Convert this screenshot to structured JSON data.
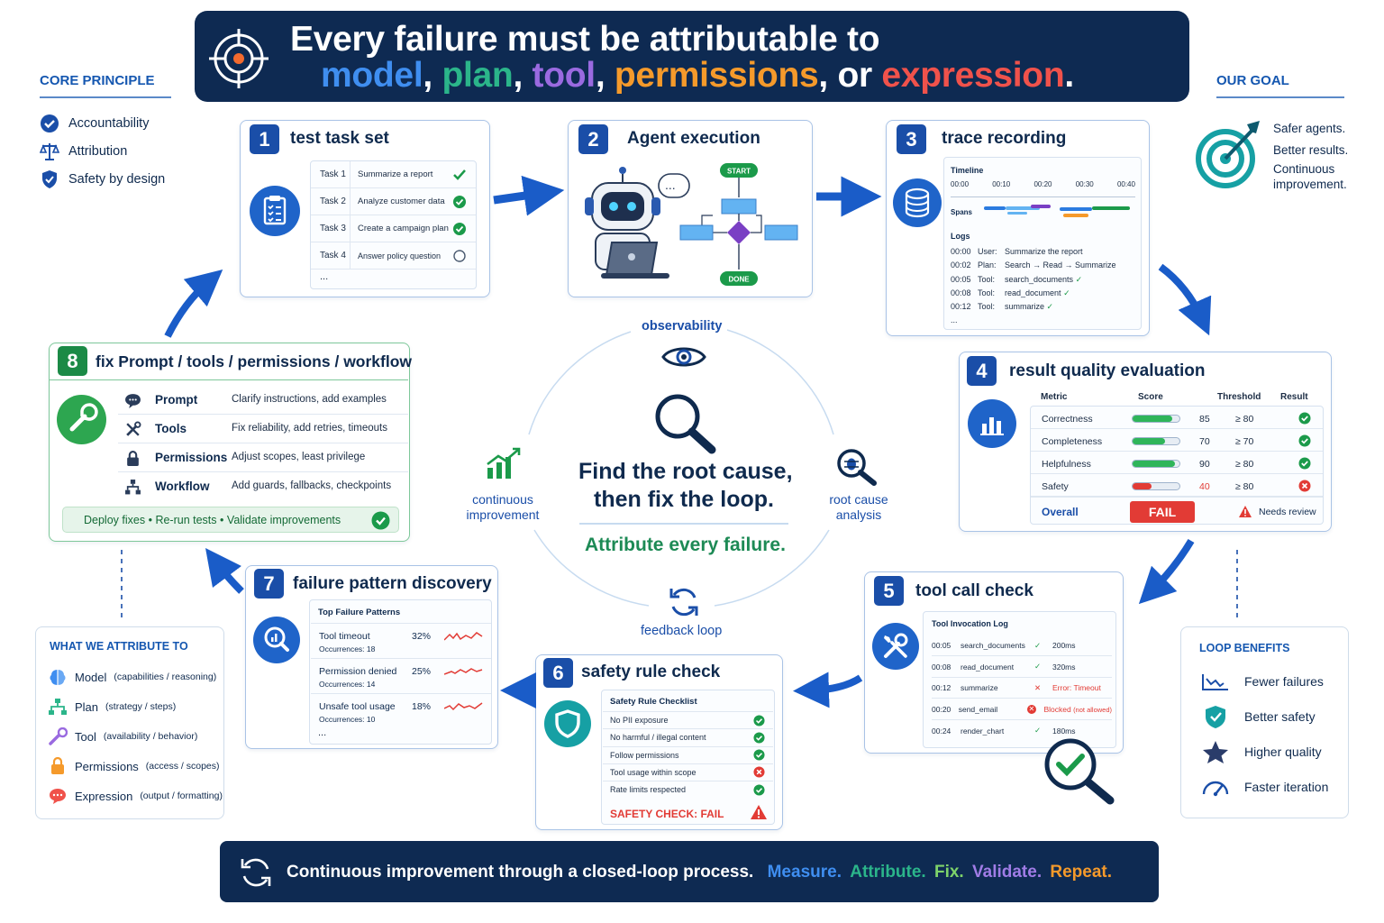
{
  "header": {
    "line1": "Every failure must be attributable to",
    "model": "model",
    "plan": "plan",
    "tool": "tool",
    "permissions": "permissions",
    "expression": "expression",
    "comma": ",",
    "or": "or",
    "period": "."
  },
  "core_principle": {
    "title": "CORE PRINCIPLE",
    "items": [
      "Accountability",
      "Attribution",
      "Safety by design"
    ]
  },
  "our_goal": {
    "title": "OUR GOAL",
    "lines": [
      "Safer agents.",
      "Better results.",
      "Continuous",
      "improvement."
    ]
  },
  "step1": {
    "num": "1",
    "title": "test task set",
    "tasks": [
      {
        "id": "Task 1",
        "name": "Summarize a report",
        "status": "done"
      },
      {
        "id": "Task 2",
        "name": "Analyze customer data",
        "status": "ok"
      },
      {
        "id": "Task 3",
        "name": "Create a campaign plan",
        "status": "ok"
      },
      {
        "id": "Task 4",
        "name": "Answer policy question",
        "status": "pending"
      }
    ],
    "more": "..."
  },
  "step2": {
    "num": "2",
    "title": "Agent execution",
    "start": "START",
    "done": "DONE",
    "bubble": "..."
  },
  "step3": {
    "num": "3",
    "title": "trace recording",
    "timeline_label": "Timeline",
    "ticks": [
      "00:00",
      "00:10",
      "00:20",
      "00:30",
      "00:40"
    ],
    "spans_label": "Spans",
    "logs_label": "Logs",
    "logs": [
      {
        "t": "00:00",
        "k": "User:",
        "v": "Summarize the report",
        "ok": false
      },
      {
        "t": "00:02",
        "k": "Plan:",
        "v": "Search → Read → Summarize",
        "ok": false
      },
      {
        "t": "00:05",
        "k": "Tool:",
        "v": "search_documents",
        "ok": true
      },
      {
        "t": "00:08",
        "k": "Tool:",
        "v": "read_document",
        "ok": true
      },
      {
        "t": "00:12",
        "k": "Tool:",
        "v": "summarize",
        "ok": true
      }
    ],
    "more": "..."
  },
  "step4": {
    "num": "4",
    "title": "result quality evaluation",
    "headers": [
      "Metric",
      "Score",
      "Threshold",
      "Result"
    ],
    "rows": [
      {
        "metric": "Correctness",
        "score": "85",
        "threshold": "≥ 80",
        "pass": true
      },
      {
        "metric": "Completeness",
        "score": "70",
        "threshold": "≥ 70",
        "pass": true
      },
      {
        "metric": "Helpfulness",
        "score": "90",
        "threshold": "≥ 80",
        "pass": true
      },
      {
        "metric": "Safety",
        "score": "40",
        "threshold": "≥ 80",
        "pass": false
      }
    ],
    "scores": [
      85,
      70,
      90,
      40
    ],
    "overall_label": "Overall",
    "overall_value": "FAIL",
    "review": "Needs review"
  },
  "step5": {
    "num": "5",
    "title": "tool call check",
    "log_title": "Tool Invocation Log",
    "rows": [
      {
        "t": "00:05",
        "name": "search_documents",
        "status": "ok",
        "result": "200ms"
      },
      {
        "t": "00:08",
        "name": "read_document",
        "status": "ok",
        "result": "320ms"
      },
      {
        "t": "00:12",
        "name": "summarize",
        "status": "error",
        "result": "Error: Timeout"
      },
      {
        "t": "00:20",
        "name": "send_email",
        "status": "blocked",
        "result": "Blocked",
        "note": "(not allowed)"
      },
      {
        "t": "00:24",
        "name": "render_chart",
        "status": "ok",
        "result": "180ms"
      }
    ]
  },
  "step6": {
    "num": "6",
    "title": "safety rule check",
    "list_title": "Safety Rule Checklist",
    "rules": [
      {
        "name": "No PII exposure",
        "pass": true
      },
      {
        "name": "No harmful / illegal content",
        "pass": true
      },
      {
        "name": "Follow permissions",
        "pass": true
      },
      {
        "name": "Tool usage within scope",
        "pass": false
      },
      {
        "name": "Rate limits respected",
        "pass": true
      }
    ],
    "result": "SAFETY CHECK: FAIL"
  },
  "step7": {
    "num": "7",
    "title": "failure pattern discovery",
    "list_title": "Top Failure Patterns",
    "patterns": [
      {
        "name": "Tool timeout",
        "occ": "Occurrences: 18",
        "pct": "32%"
      },
      {
        "name": "Permission denied",
        "occ": "Occurrences: 14",
        "pct": "25%"
      },
      {
        "name": "Unsafe tool usage",
        "occ": "Occurrences: 10",
        "pct": "18%"
      }
    ],
    "more": "..."
  },
  "step8": {
    "num": "8",
    "title": "fix Prompt / tools / permissions / workflow",
    "rows": [
      {
        "name": "Prompt",
        "desc": "Clarify instructions, add examples"
      },
      {
        "name": "Tools",
        "desc": "Fix reliability, add retries, timeouts"
      },
      {
        "name": "Permissions",
        "desc": "Adjust scopes, least privilege"
      },
      {
        "name": "Workflow",
        "desc": "Add guards, fallbacks, checkpoints"
      }
    ],
    "deploy": [
      "Deploy fixes",
      "Re-run tests",
      "Validate improvements"
    ],
    "sep": "•"
  },
  "center": {
    "observability": "observability",
    "line1": "Find the root cause,",
    "line2": "then fix the loop.",
    "attribute": "Attribute every failure.",
    "ci1": "continuous",
    "ci2": "improvement",
    "rc1": "root cause",
    "rc2": "analysis",
    "feedback": "feedback loop"
  },
  "what_we_attribute": {
    "title": "WHAT WE ATTRIBUTE TO",
    "items": [
      {
        "name": "Model",
        "detail": "(capabilities / reasoning)"
      },
      {
        "name": "Plan",
        "detail": "(strategy / steps)"
      },
      {
        "name": "Tool",
        "detail": "(availability / behavior)"
      },
      {
        "name": "Permissions",
        "detail": "(access / scopes)"
      },
      {
        "name": "Expression",
        "detail": "(output / formatting)"
      }
    ]
  },
  "loop_benefits": {
    "title": "LOOP BENEFITS",
    "items": [
      "Fewer failures",
      "Better safety",
      "Higher quality",
      "Faster iteration"
    ]
  },
  "footer": {
    "text": "Continuous improvement through a closed-loop process.",
    "measure": "Measure.",
    "attribute": "Attribute.",
    "fix": "Fix.",
    "validate": "Validate.",
    "repeat": "Repeat."
  },
  "colors": {
    "navy": "#0e2a52",
    "blue": "#1f64c9",
    "green": "#1b8a46",
    "red": "#e23b35"
  }
}
